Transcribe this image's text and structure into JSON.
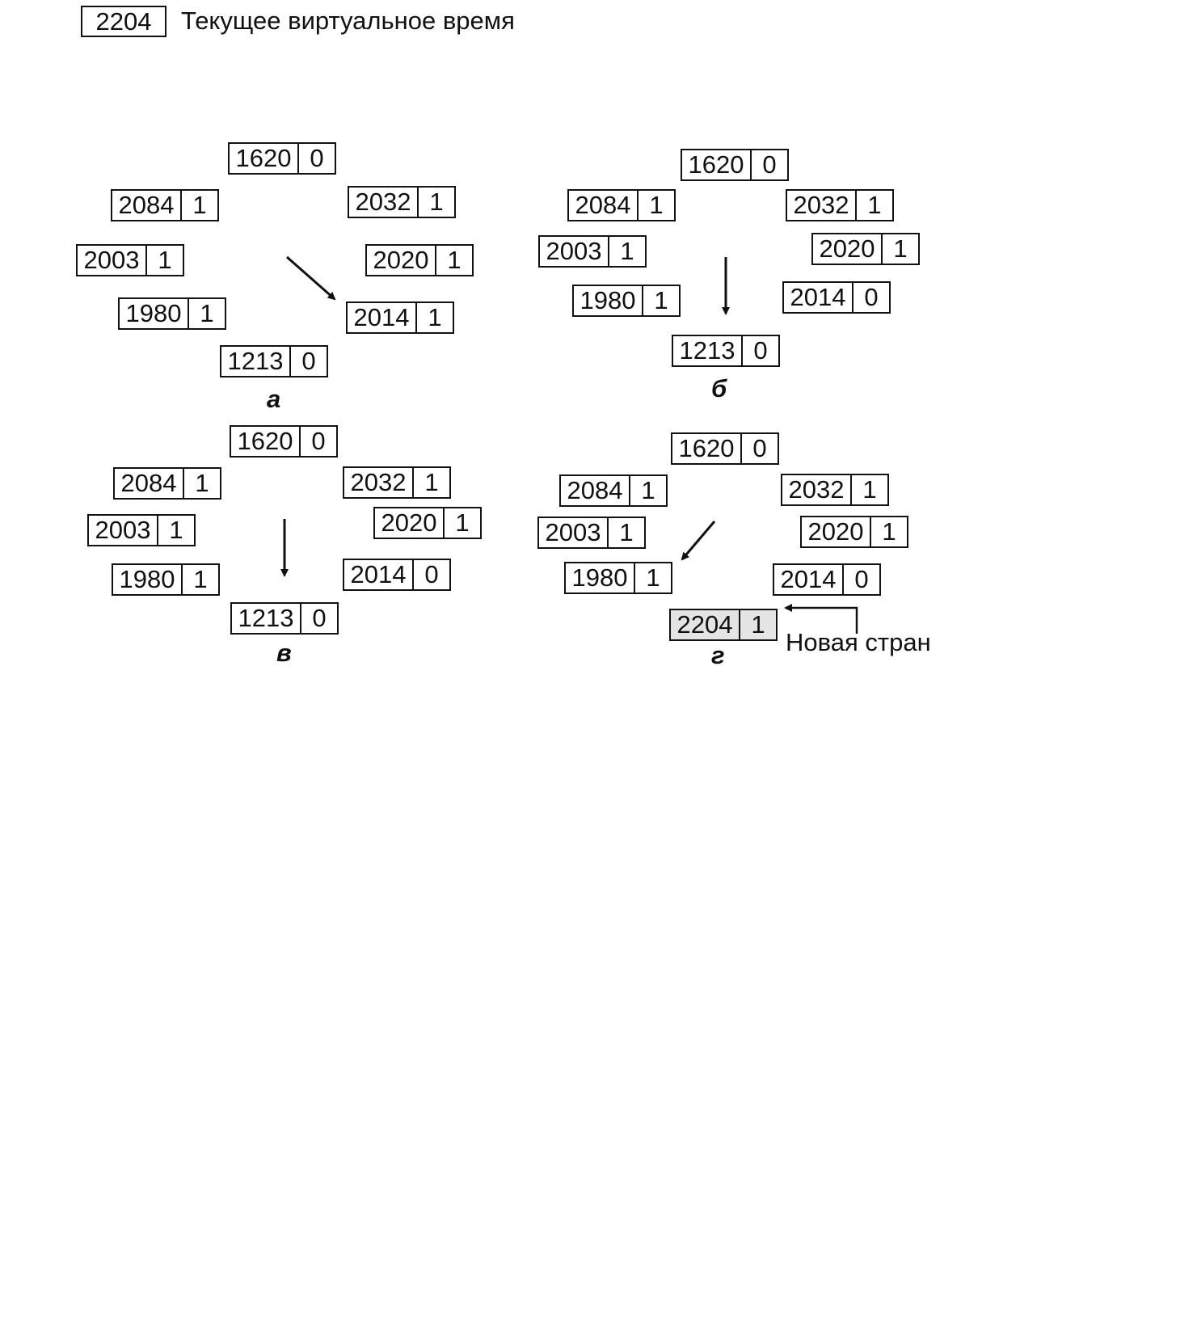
{
  "header": {
    "value": "2204",
    "label": "Текущее виртуальное время"
  },
  "panels": [
    {
      "id": "a",
      "caption": "а",
      "pages": [
        {
          "time": "1620",
          "r": "0"
        },
        {
          "time": "2032",
          "r": "1"
        },
        {
          "time": "2020",
          "r": "1"
        },
        {
          "time": "2014",
          "r": "1"
        },
        {
          "time": "1213",
          "r": "0"
        },
        {
          "time": "1980",
          "r": "1"
        },
        {
          "time": "2003",
          "r": "1"
        },
        {
          "time": "2084",
          "r": "1"
        }
      ]
    },
    {
      "id": "b",
      "caption": "б",
      "pages": [
        {
          "time": "1620",
          "r": "0"
        },
        {
          "time": "2032",
          "r": "1"
        },
        {
          "time": "2020",
          "r": "1"
        },
        {
          "time": "2014",
          "r": "0"
        },
        {
          "time": "1213",
          "r": "0"
        },
        {
          "time": "1980",
          "r": "1"
        },
        {
          "time": "2003",
          "r": "1"
        },
        {
          "time": "2084",
          "r": "1"
        }
      ]
    },
    {
      "id": "v",
      "caption": "в",
      "pages": [
        {
          "time": "1620",
          "r": "0"
        },
        {
          "time": "2032",
          "r": "1"
        },
        {
          "time": "2020",
          "r": "1"
        },
        {
          "time": "2014",
          "r": "0"
        },
        {
          "time": "1213",
          "r": "0"
        },
        {
          "time": "1980",
          "r": "1"
        },
        {
          "time": "2003",
          "r": "1"
        },
        {
          "time": "2084",
          "r": "1"
        }
      ]
    },
    {
      "id": "g",
      "caption": "г",
      "pages": [
        {
          "time": "1620",
          "r": "0"
        },
        {
          "time": "2032",
          "r": "1"
        },
        {
          "time": "2020",
          "r": "1"
        },
        {
          "time": "2014",
          "r": "0"
        },
        {
          "time": "2204",
          "r": "1"
        },
        {
          "time": "1980",
          "r": "1"
        },
        {
          "time": "2003",
          "r": "1"
        },
        {
          "time": "2084",
          "r": "1"
        }
      ],
      "new_page_label": "Новая стран"
    }
  ]
}
